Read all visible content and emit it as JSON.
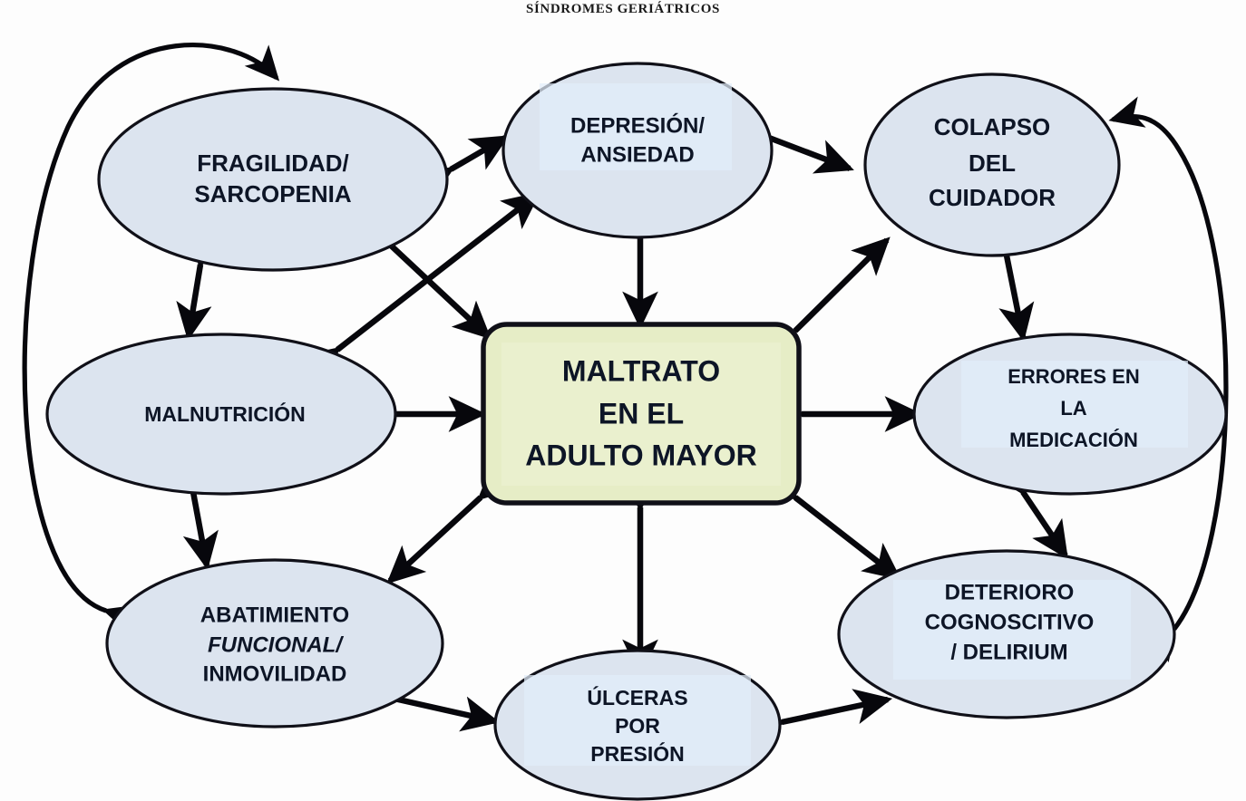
{
  "title": "SÍNDROMES GERIÁTRICOS",
  "colors": {
    "background": "#fdfdfd",
    "ellipse_fill": "#dce4ef",
    "center_fill": "#e6edc6",
    "stroke": "#07070c",
    "text": "#0d1526",
    "text_plate": "#e2edfa"
  },
  "center_node": {
    "id": "maltrato",
    "shape": "rounded-rect",
    "lines": [
      "MALTRATO",
      "EN EL",
      "ADULTO MAYOR"
    ]
  },
  "nodes": [
    {
      "id": "fragilidad",
      "shape": "ellipse",
      "position": "top-left",
      "lines": [
        "FRAGILIDAD/",
        "SARCOPENIA"
      ]
    },
    {
      "id": "depresion",
      "shape": "ellipse",
      "position": "top-center",
      "lines": [
        "DEPRESIÓN/",
        "ANSIEDAD"
      ]
    },
    {
      "id": "colapso",
      "shape": "ellipse",
      "position": "top-right",
      "lines": [
        "COLAPSO",
        "DEL",
        "CUIDADOR"
      ]
    },
    {
      "id": "malnutricion",
      "shape": "ellipse",
      "position": "middle-left",
      "lines": [
        "MALNUTRICIÓN"
      ]
    },
    {
      "id": "errores",
      "shape": "ellipse",
      "position": "middle-right",
      "lines": [
        "ERRORES EN",
        "LA",
        "MEDICACIÓN"
      ]
    },
    {
      "id": "abatimiento",
      "shape": "ellipse",
      "position": "bottom-left",
      "lines": [
        "ABATIMIENTO",
        "FUNCIONAL/",
        "INMOVILIDAD"
      ]
    },
    {
      "id": "ulceras",
      "shape": "ellipse",
      "position": "bottom-center",
      "lines": [
        "ÚLCERAS",
        "POR",
        "PRESIÓN"
      ]
    },
    {
      "id": "deterioro",
      "shape": "ellipse",
      "position": "bottom-right",
      "lines": [
        "DETERIORO",
        "COGNOSCITIVO",
        "/ DELIRIUM"
      ]
    }
  ],
  "edges": [
    {
      "from": "fragilidad",
      "to": "depresion",
      "arrows": "both",
      "style": "straight"
    },
    {
      "from": "depresion",
      "to": "colapso",
      "arrows": "both",
      "style": "straight"
    },
    {
      "from": "fragilidad",
      "to": "malnutricion",
      "arrows": "both",
      "style": "straight"
    },
    {
      "from": "fragilidad",
      "to": "maltrato",
      "arrows": "both",
      "style": "straight"
    },
    {
      "from": "malnutricion",
      "to": "depresion",
      "arrows": "both",
      "style": "straight"
    },
    {
      "from": "depresion",
      "to": "maltrato",
      "arrows": "both",
      "style": "straight"
    },
    {
      "from": "maltrato",
      "to": "colapso",
      "arrows": "both",
      "style": "straight"
    },
    {
      "from": "colapso",
      "to": "errores",
      "arrows": "both",
      "style": "straight"
    },
    {
      "from": "malnutricion",
      "to": "maltrato",
      "arrows": "both",
      "style": "straight"
    },
    {
      "from": "maltrato",
      "to": "errores",
      "arrows": "both",
      "style": "straight"
    },
    {
      "from": "malnutricion",
      "to": "abatimiento",
      "arrows": "both",
      "style": "straight"
    },
    {
      "from": "maltrato",
      "to": "abatimiento",
      "arrows": "both",
      "style": "straight"
    },
    {
      "from": "maltrato",
      "to": "ulceras",
      "arrows": "both",
      "style": "straight"
    },
    {
      "from": "maltrato",
      "to": "deterioro",
      "arrows": "both",
      "style": "straight"
    },
    {
      "from": "errores",
      "to": "deterioro",
      "arrows": "both",
      "style": "straight"
    },
    {
      "from": "abatimiento",
      "to": "ulceras",
      "arrows": "both",
      "style": "straight"
    },
    {
      "from": "ulceras",
      "to": "deterioro",
      "arrows": "both",
      "style": "straight"
    },
    {
      "from": "abatimiento",
      "to": "fragilidad",
      "arrows": "both",
      "style": "outer-curve-left"
    },
    {
      "from": "deterioro",
      "to": "colapso",
      "arrows": "both",
      "style": "outer-curve-right"
    }
  ]
}
